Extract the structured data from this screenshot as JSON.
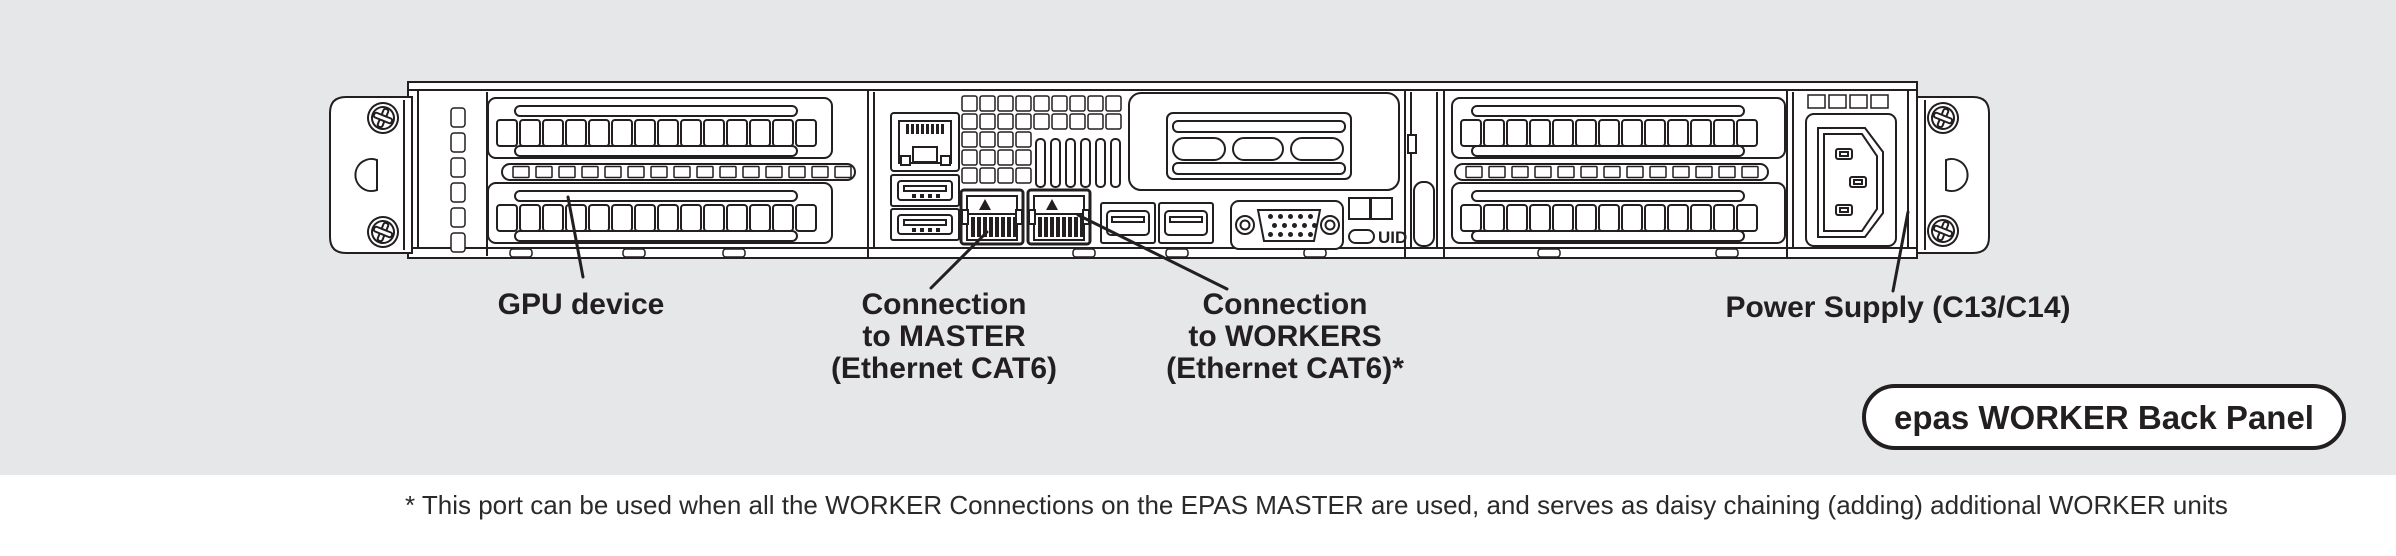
{
  "colors": {
    "background": "#e6e7e8",
    "line": "#231f20",
    "fill": "#ffffff",
    "footnote_text": "#2a2a2a"
  },
  "diagram": {
    "labels": {
      "gpu": {
        "text": "GPU device"
      },
      "master": {
        "line1": "Connection",
        "line2": "to MASTER",
        "line3": "(Ethernet CAT6)"
      },
      "workers": {
        "line1": "Connection",
        "line2": "to WORKERS",
        "line3": "(Ethernet CAT6)*"
      },
      "power": {
        "text": "Power Supply (C13/C14)"
      }
    },
    "panel": {
      "uid_label": "UID"
    },
    "badge": {
      "text": "epas WORKER Back Panel"
    },
    "footnote": {
      "text": "* This port can be used when all the WORKER Connections on the EPAS MASTER are used, and serves as daisy chaining (adding) additional WORKER units"
    }
  }
}
